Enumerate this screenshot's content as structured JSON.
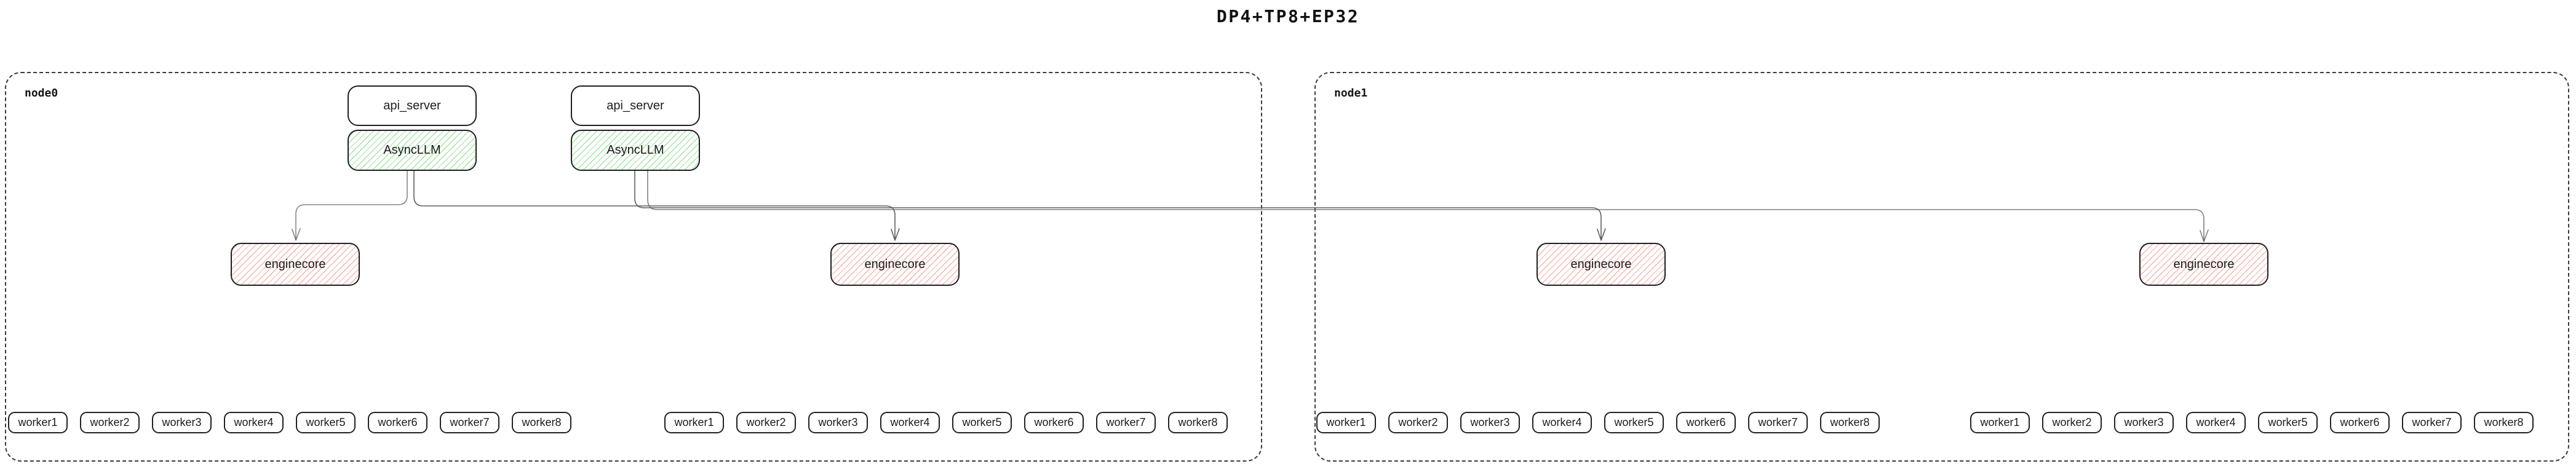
{
  "title": "DP4+TP8+EP32",
  "node0": {
    "label": "node0",
    "api_pairs": [
      {
        "api_server": "api_server",
        "asyncllm": "AsyncLLM"
      },
      {
        "api_server": "api_server",
        "asyncllm": "AsyncLLM"
      }
    ],
    "enginecores": [
      "enginecore",
      "enginecore"
    ],
    "worker_groups": [
      [
        "worker1",
        "worker2",
        "worker3",
        "worker4",
        "worker5",
        "worker6",
        "worker7",
        "worker8"
      ],
      [
        "worker1",
        "worker2",
        "worker3",
        "worker4",
        "worker5",
        "worker6",
        "worker7",
        "worker8"
      ]
    ]
  },
  "node1": {
    "label": "node1",
    "enginecores": [
      "enginecore",
      "enginecore"
    ],
    "worker_groups": [
      [
        "worker1",
        "worker2",
        "worker3",
        "worker4",
        "worker5",
        "worker6",
        "worker7",
        "worker8"
      ],
      [
        "worker1",
        "worker2",
        "worker3",
        "worker4",
        "worker5",
        "worker6",
        "worker7",
        "worker8"
      ]
    ]
  },
  "colors": {
    "green_hatch": "#a5e4a8",
    "red_hatch": "#f2b7b2",
    "box_border": "#1f1f1f",
    "node_border": "#3a3a3a",
    "connector": "#5f5f5f"
  }
}
